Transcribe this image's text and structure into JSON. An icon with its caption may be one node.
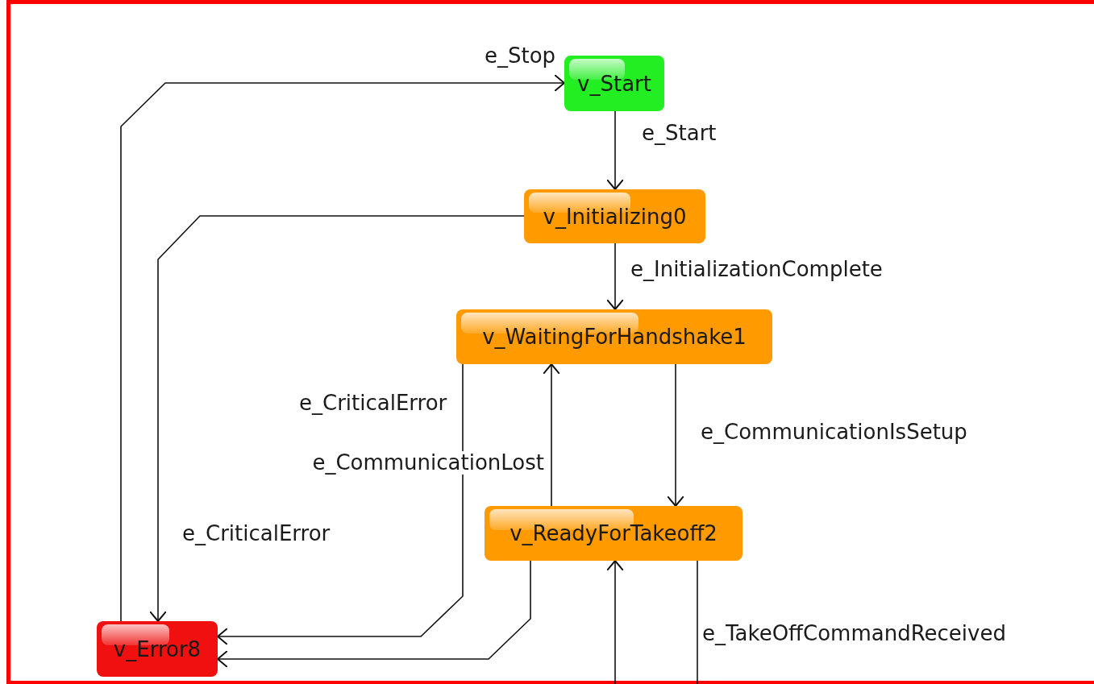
{
  "diagram": {
    "nodes": [
      {
        "text": [
          "v_Start"
        ]
      },
      {
        "text": [
          "v_Initializing0"
        ]
      },
      {
        "text": [
          "v_WaitingForHandshake1"
        ]
      },
      {
        "text": [
          "v_ReadyForTakeoff2"
        ]
      },
      {
        "text": [
          "v_Error8"
        ]
      }
    ],
    "edges": [
      {
        "from": 4,
        "to": 0,
        "arrow": "to",
        "label": "e_Stop"
      },
      {
        "from": 0,
        "to": 1,
        "arrow": "to",
        "label": "e_Start"
      },
      {
        "from": 1,
        "to": 4,
        "arrow": "to",
        "label": "e_CriticalError"
      },
      {
        "from": 1,
        "to": 2,
        "arrow": "to",
        "label": "e_InitializationComplete"
      },
      {
        "from": 2,
        "to": 4,
        "arrow": "to",
        "label": "e_CriticalError"
      },
      {
        "from": 2,
        "to": 3,
        "arrow": "to",
        "label": "e_CommunicationIsSetup"
      },
      {
        "from": 3,
        "to": 2,
        "arrow": "to",
        "label": "e_CommunicationLost"
      },
      {
        "from": 3,
        "to": 4,
        "arrow": "to"
      },
      {
        "from": null,
        "to": 3,
        "arrow": "to"
      },
      {
        "from": 3,
        "to": null,
        "arrow": "none",
        "label": "e_TakeOffCommandReceived"
      }
    ]
  }
}
